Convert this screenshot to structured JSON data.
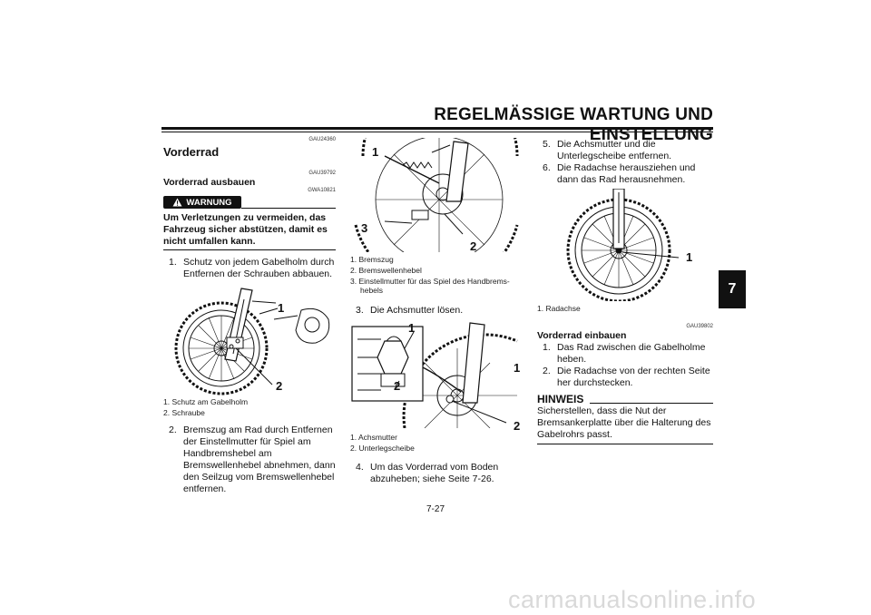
{
  "header": {
    "title": "REGELMÄSSIGE WARTUNG UND EINSTELLUNG"
  },
  "chapter_tab": "7",
  "page_number": "7-27",
  "watermark": "carmanualsonline.info",
  "col1": {
    "code1": "GAU24360",
    "section_title": "Vorderrad",
    "code2": "GAU39792",
    "subsection_title": "Vorderrad ausbauen",
    "code3": "GWA10821",
    "warning_label": "WARNUNG",
    "warning_text": "Um Verletzungen zu vermeiden, das Fahrzeug sicher abstützen, damit es nicht umfallen kann.",
    "step1_num": "1.",
    "step1_text": "Schutz von jedem Gabelholm durch Entfernen der Schrauben abbauen.",
    "fig1_callouts": [
      "1",
      "2"
    ],
    "fig1_captions": [
      "1. Schutz am Gabelholm",
      "2. Schraube"
    ],
    "step2_num": "2.",
    "step2_text": "Bremszug am Rad durch Entfernen der Einstellmutter für Spiel am Handbremshebel am Bremswellenhebel abnehmen, dann den Seilzug vom Bremswellenhebel entfernen."
  },
  "col2": {
    "fig2_callouts": [
      "1",
      "3",
      "2"
    ],
    "fig2_captions": [
      "1. Bremszug",
      "2. Bremswellenhebel",
      "3. Einstellmutter für das Spiel des Handbrems-",
      "hebels"
    ],
    "step3_num": "3.",
    "step3_text": "Die Achsmutter lösen.",
    "fig3_callouts": [
      "1",
      "2",
      "1",
      "2"
    ],
    "fig3_captions": [
      "1. Achsmutter",
      "2. Unterlegscheibe"
    ],
    "step4_num": "4.",
    "step4_text": "Um das Vorderrad vom Boden abzuheben; siehe Seite 7-26."
  },
  "col3": {
    "step5_num": "5.",
    "step5_text": "Die Achsmutter und die Unterlegscheibe entfernen.",
    "step6_num": "6.",
    "step6_text": "Die Radachse herausziehen und dann das Rad herausnehmen.",
    "fig4_callouts": [
      "1"
    ],
    "fig4_caption": "1. Radachse",
    "code4": "GAU39802",
    "subsection_title": "Vorderrad einbauen",
    "inst1_num": "1.",
    "inst1_text": "Das Rad zwischen die Gabelholme heben.",
    "inst2_num": "2.",
    "inst2_text": "Die Radachse von der rechten Seite her durchstecken.",
    "hinweis_label": "HINWEIS",
    "hinweis_text": "Sicherstellen, dass die Nut der Bremsankerplatte über die Halterung des Gabelrohrs passt."
  },
  "colors": {
    "ink": "#111111",
    "tab_bg": "#111111",
    "watermark": "#d9d9d9"
  },
  "icons": {
    "warning": "warning-triangle-icon"
  }
}
